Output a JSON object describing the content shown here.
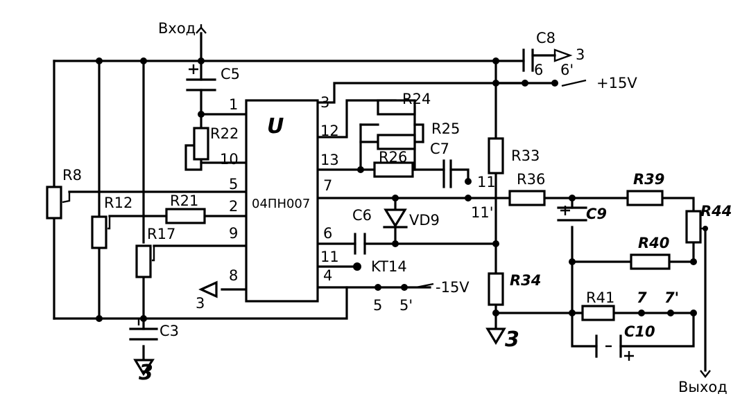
{
  "labels": {
    "input": "Вход",
    "output": "Выход",
    "ic_name": "04ПН007",
    "ic_symbol": "U",
    "plus15": "+15V",
    "minus15": "-15V",
    "kt14": "KT14",
    "ground": "3"
  },
  "components": {
    "C3": "C3",
    "C5": "C5",
    "C6": "C6",
    "C7": "C7",
    "C8": "C8",
    "C9": "C9",
    "C10": "C10",
    "R8": "R8",
    "R12": "R12",
    "R17": "R17",
    "R21": "R21",
    "R22": "R22",
    "R24": "R24",
    "R25": "R25",
    "R26": "R26",
    "R33": "R33",
    "R34": "R34",
    "R36": "R36",
    "R39": "R39",
    "R40": "R40",
    "R41": "R41",
    "R44": "R44",
    "VD9": "VD9"
  },
  "pins": {
    "p1": "1",
    "p10": "10",
    "p5": "5",
    "p2": "2",
    "p9": "9",
    "p8": "8",
    "p3": "3",
    "p12": "12",
    "p13": "13",
    "p7": "7",
    "p6": "6",
    "p11": "11",
    "p4": "4"
  },
  "nodes": {
    "n6": "6",
    "n6p": "6'",
    "n3": "3",
    "n11": "11",
    "n11p": "11'",
    "n5": "5",
    "n5p": "5'",
    "n7": "7",
    "n7p": "7'",
    "gnd_bottom_left": "3",
    "gnd_mid": "3",
    "gnd_left_arrow": "3"
  }
}
